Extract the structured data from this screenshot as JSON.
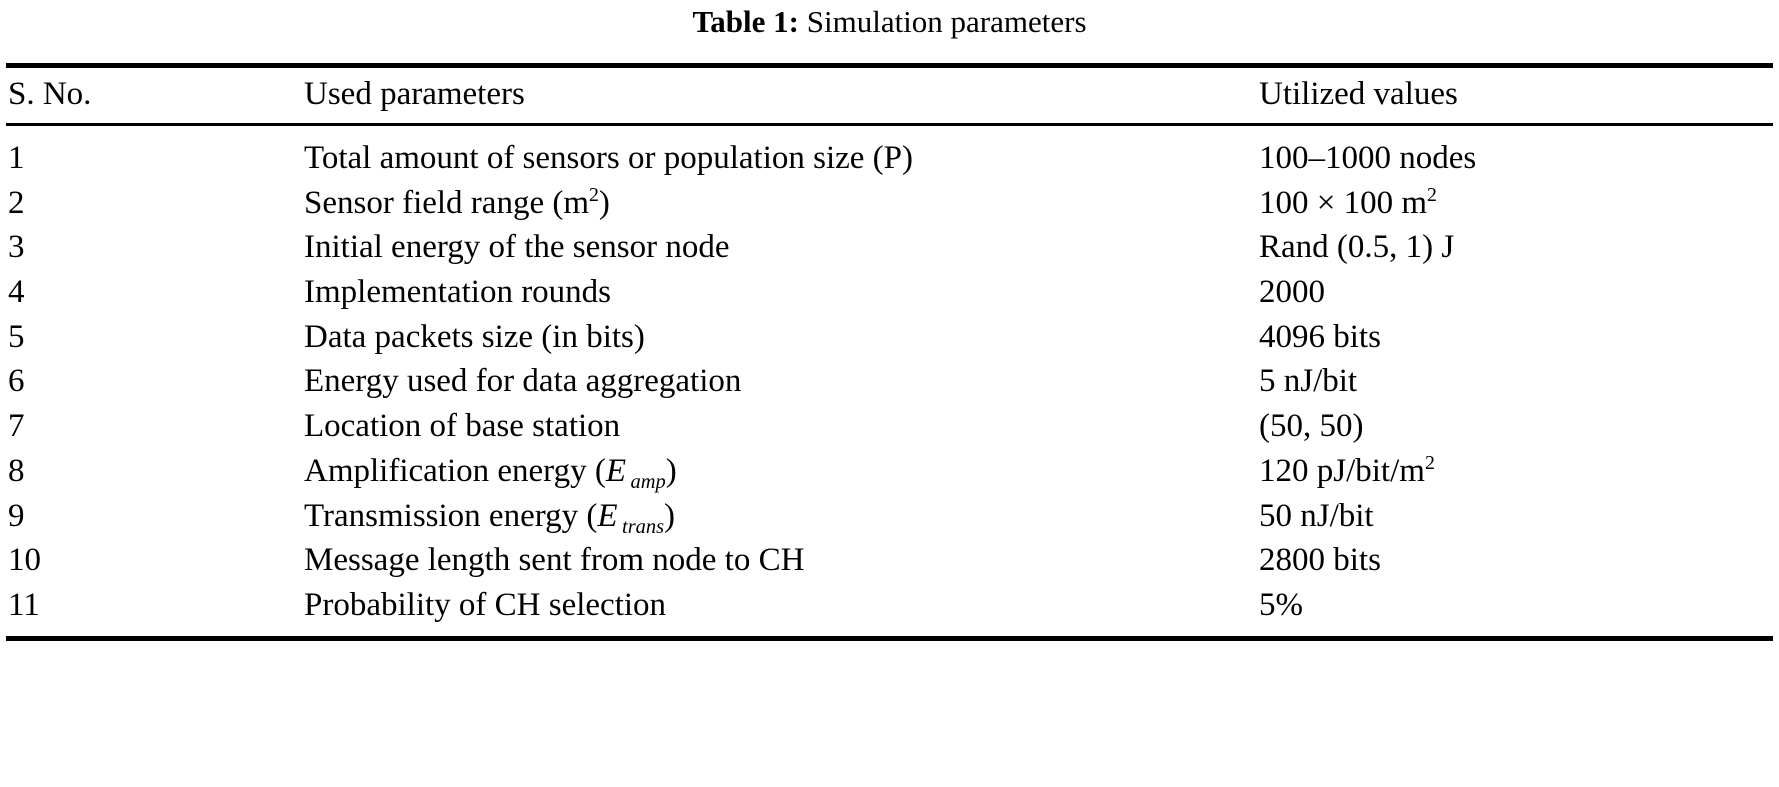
{
  "caption": {
    "label": "Table 1:",
    "text": "Simulation parameters"
  },
  "table": {
    "headers": {
      "sno": "S. No.",
      "parameter": "Used parameters",
      "value": "Utilized values"
    },
    "rows": [
      {
        "sno": "1",
        "parameter": "Total amount of sensors or population size (P)",
        "parameter_plain": "Total amount of sensors or population size (P)",
        "value": "100–1000 nodes",
        "value_plain": "100–1000 nodes"
      },
      {
        "sno": "2",
        "parameter_pre": "Sensor field range (m",
        "parameter_sup": "2",
        "parameter_post": ")",
        "parameter_plain": "Sensor field range (m2)",
        "value_pre": "100 × 100 m",
        "value_sup": "2",
        "value_post": "",
        "value_plain": "100 × 100 m2"
      },
      {
        "sno": "3",
        "parameter": "Initial energy of the sensor node",
        "parameter_plain": "Initial energy of the sensor node",
        "value": "Rand (0.5, 1) J",
        "value_plain": "Rand (0.5, 1) J"
      },
      {
        "sno": "4",
        "parameter": "Implementation rounds",
        "parameter_plain": "Implementation rounds",
        "value": "2000",
        "value_plain": "2000"
      },
      {
        "sno": "5",
        "parameter": "Data packets size (in bits)",
        "parameter_plain": "Data packets size (in bits)",
        "value": "4096 bits",
        "value_plain": "4096 bits"
      },
      {
        "sno": "6",
        "parameter": "Energy used for data aggregation",
        "parameter_plain": "Energy used for data aggregation",
        "value": "5 nJ/bit",
        "value_plain": "5 nJ/bit"
      },
      {
        "sno": "7",
        "parameter": "Location of base station",
        "parameter_plain": "Location of base station",
        "value": "(50, 50)",
        "value_plain": "(50, 50)"
      },
      {
        "sno": "8",
        "parameter_pre": "Amplification energy (",
        "parameter_sym": "E",
        "parameter_sub": "amp",
        "parameter_post": ")",
        "parameter_plain": "Amplification energy (E amp)",
        "value_pre": "120 pJ/bit/m",
        "value_sup": "2",
        "value_post": "",
        "value_plain": "120 pJ/bit/m2"
      },
      {
        "sno": "9",
        "parameter_pre": "Transmission energy (",
        "parameter_sym": "E",
        "parameter_sub": "trans",
        "parameter_post": ")",
        "parameter_plain": "Transmission energy (E trans)",
        "value": "50 nJ/bit",
        "value_plain": "50 nJ/bit"
      },
      {
        "sno": "10",
        "parameter": "Message length sent from node to CH",
        "parameter_plain": "Message length sent from node to CH",
        "value": "2800 bits",
        "value_plain": "2800 bits"
      },
      {
        "sno": "11",
        "parameter": "Probability of CH selection",
        "parameter_plain": "Probability of CH selection",
        "value": "5%",
        "value_plain": "5%"
      }
    ]
  },
  "colors": {
    "text": "#000000",
    "rule": "#000000",
    "background": "#ffffff"
  }
}
